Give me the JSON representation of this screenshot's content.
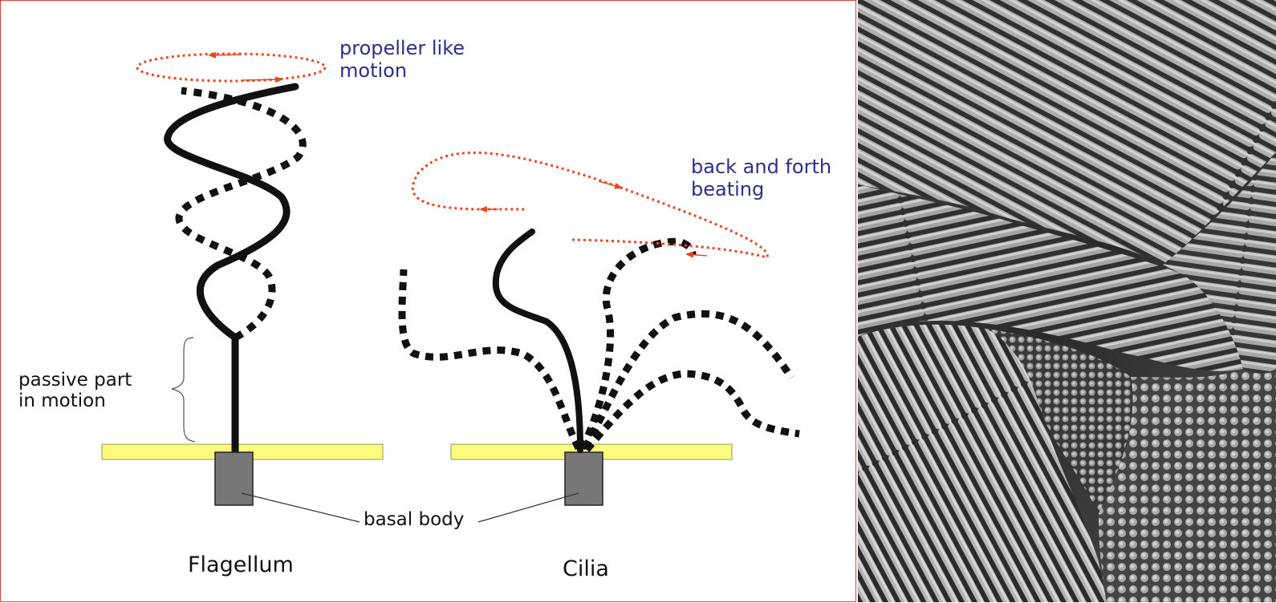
{
  "diagram": {
    "flagellum_motion_label": [
      "propeller like",
      "motion"
    ],
    "cilia_motion_label": [
      "back and forth",
      "beating"
    ],
    "passive_label": [
      "passive part",
      "in motion"
    ],
    "basal_body_label": "basal body",
    "flagellum_caption": "Flagellum",
    "cilia_caption": "Cilia"
  },
  "colors": {
    "text_blue": "#2e2e8a",
    "motion_arrow": "#e8471f",
    "membrane": "#fbfb7e",
    "basal_body": "#777777",
    "panel_border": "#e0443a"
  }
}
